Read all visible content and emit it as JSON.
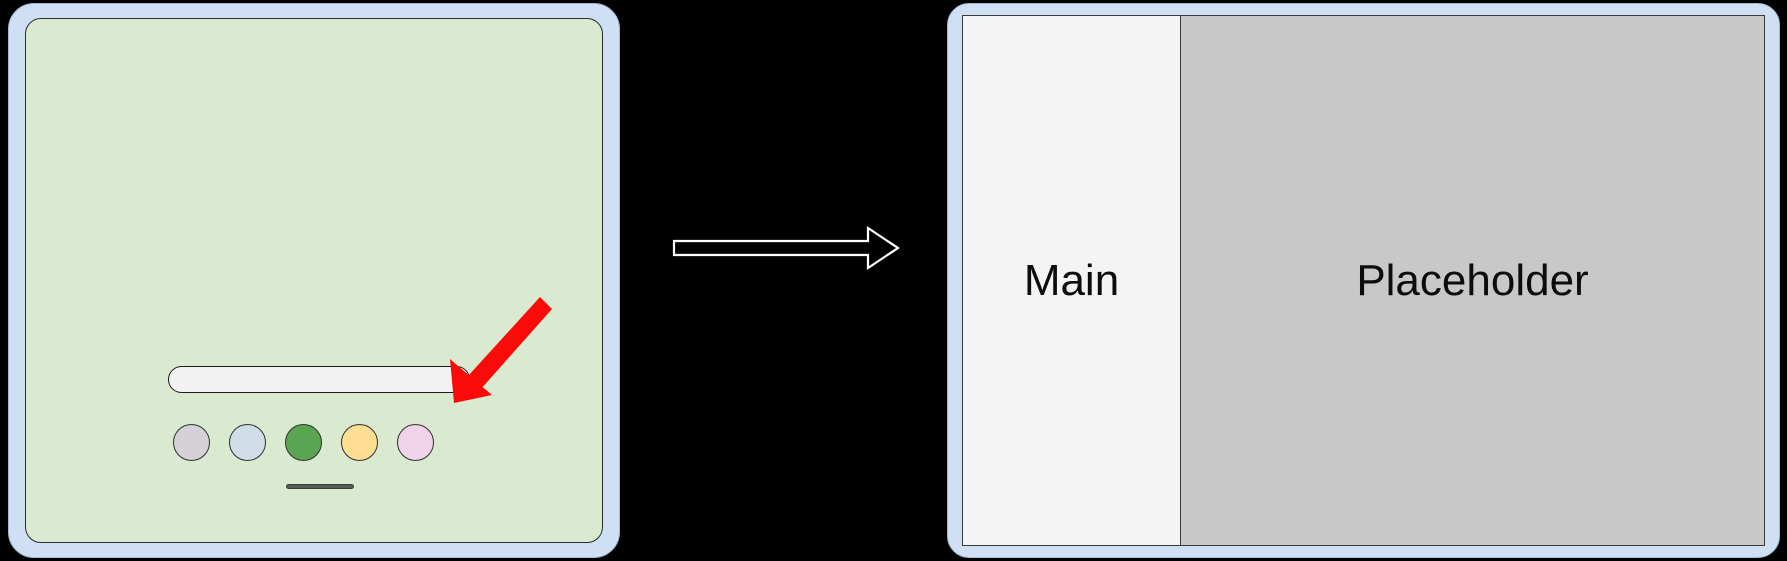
{
  "background_color": "#000000",
  "before_device": {
    "name": "tablet-before",
    "bezel_color": "#cfe0f4",
    "screen_color": "#d9ead1",
    "search_field": {
      "value": "",
      "placeholder": "",
      "fill_color": "#f2f2f2"
    },
    "dock": {
      "items": [
        {
          "label": "",
          "icon": "circle-icon",
          "color": "#d5d1d6"
        },
        {
          "label": "",
          "icon": "circle-icon",
          "color": "#cfdee6"
        },
        {
          "label": "",
          "icon": "circle-icon",
          "color": "#5aa552"
        },
        {
          "label": "",
          "icon": "circle-icon",
          "color": "#ffdd93"
        },
        {
          "label": "",
          "icon": "circle-icon",
          "color": "#f0d3e8"
        }
      ]
    },
    "home_indicator": {
      "label": "",
      "color": "#5a5a5a"
    },
    "annotation": {
      "icon": "red-arrow-icon",
      "color": "#fb0a0a",
      "points_to": "dock-item-5"
    }
  },
  "transition": {
    "icon": "right-arrow-icon",
    "color": "#ffffff",
    "label": ""
  },
  "after_device": {
    "name": "tablet-after",
    "bezel_color": "#cfe0f4",
    "panes": [
      {
        "label": "Main",
        "background": "#f4f4f4"
      },
      {
        "label": "Placeholder",
        "background": "#c8c8c8"
      }
    ]
  }
}
